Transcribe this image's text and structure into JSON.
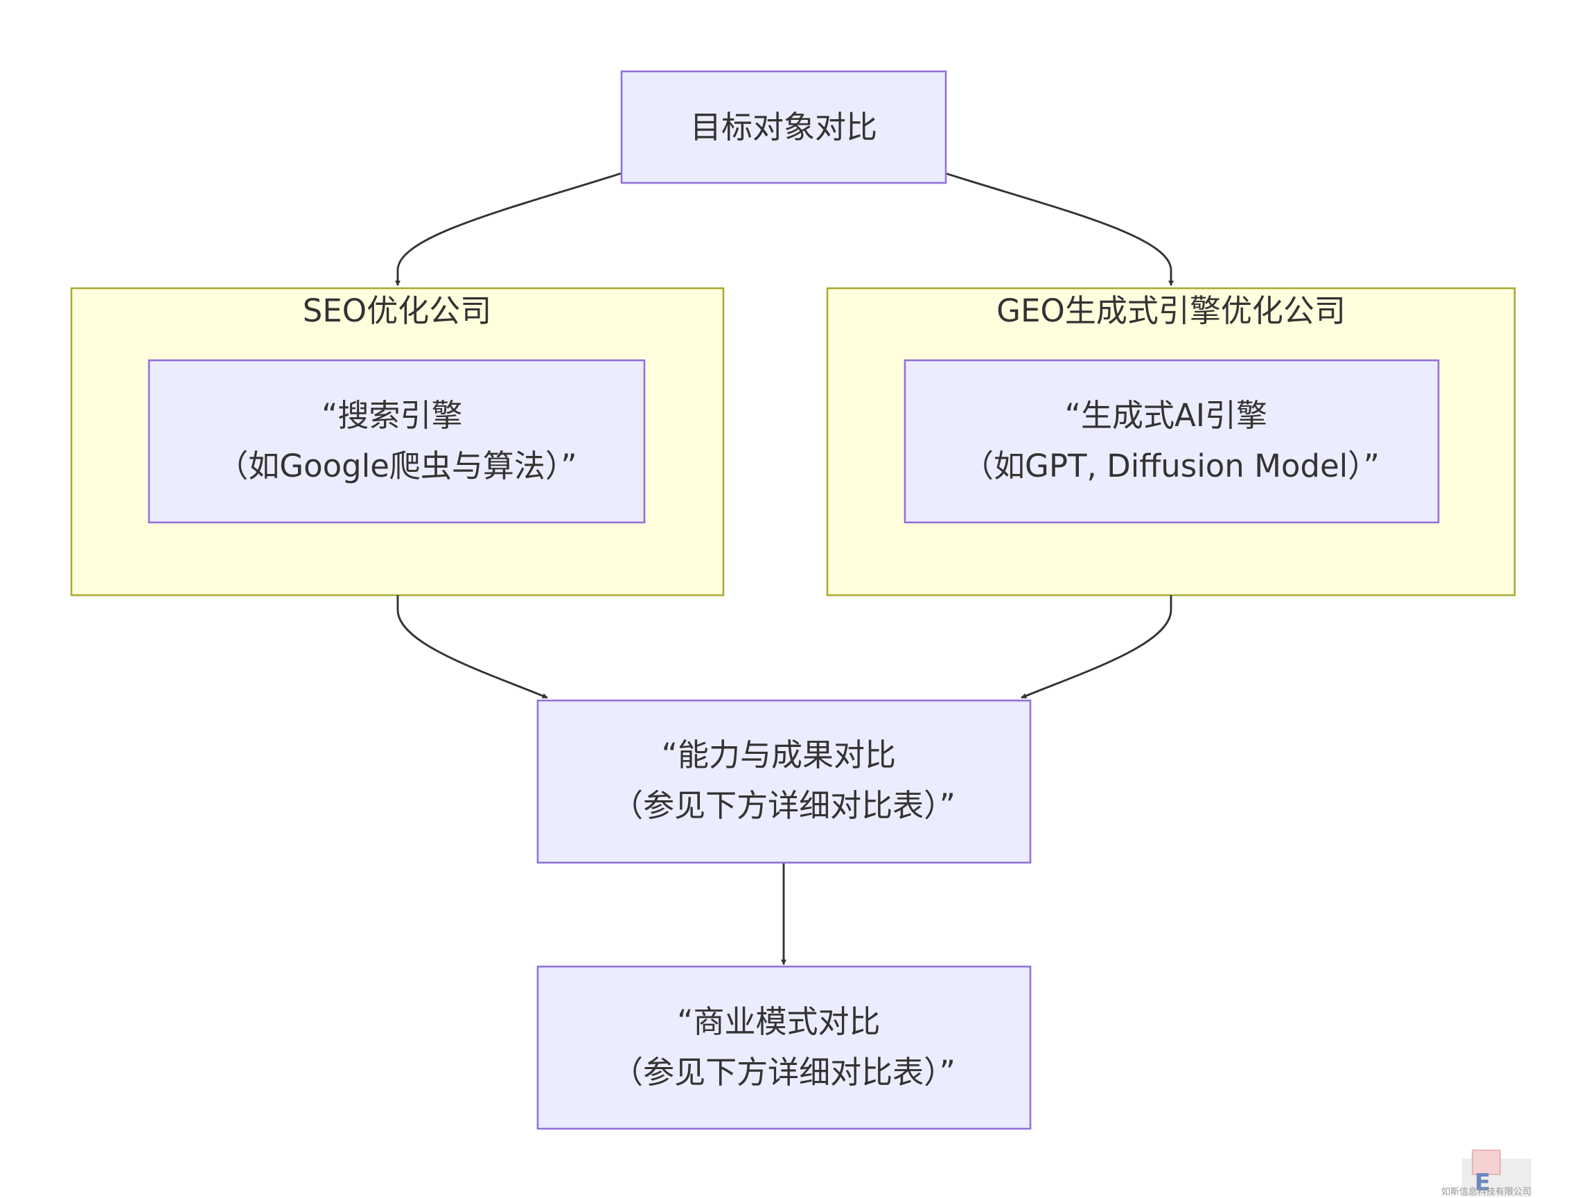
{
  "diagram": {
    "nodes": {
      "target": {
        "lines": [
          "目标对象对比"
        ]
      },
      "search_engine": {
        "lines": [
          "“搜索引擎",
          "（如Google爬虫与算法）”"
        ]
      },
      "gen_ai_engine": {
        "lines": [
          "“生成式AI引擎",
          "（如GPT, Diffusion Model）”"
        ]
      },
      "capability": {
        "lines": [
          "“能力与成果对比",
          "（参见下方详细对比表）”"
        ]
      },
      "business": {
        "lines": [
          "“商业模式对比",
          "（参见下方详细对比表）”"
        ]
      }
    },
    "clusters": {
      "seo": {
        "label": "SEO优化公司"
      },
      "geo": {
        "label": "GEO生成式引擎优化公司"
      }
    },
    "edges": [
      {
        "from": "target",
        "to": "seo"
      },
      {
        "from": "target",
        "to": "geo"
      },
      {
        "from": "seo",
        "to": "capability"
      },
      {
        "from": "geo",
        "to": "capability"
      },
      {
        "from": "capability",
        "to": "business"
      }
    ],
    "colors": {
      "node_fill": "#ECECFF",
      "node_stroke": "#9370DB",
      "cluster_fill": "#FFFFDE",
      "cluster_stroke": "#AAAA33",
      "edge": "#333333"
    }
  },
  "watermark": {
    "letter": "E",
    "caption": "如斯信息科技有限公司"
  }
}
